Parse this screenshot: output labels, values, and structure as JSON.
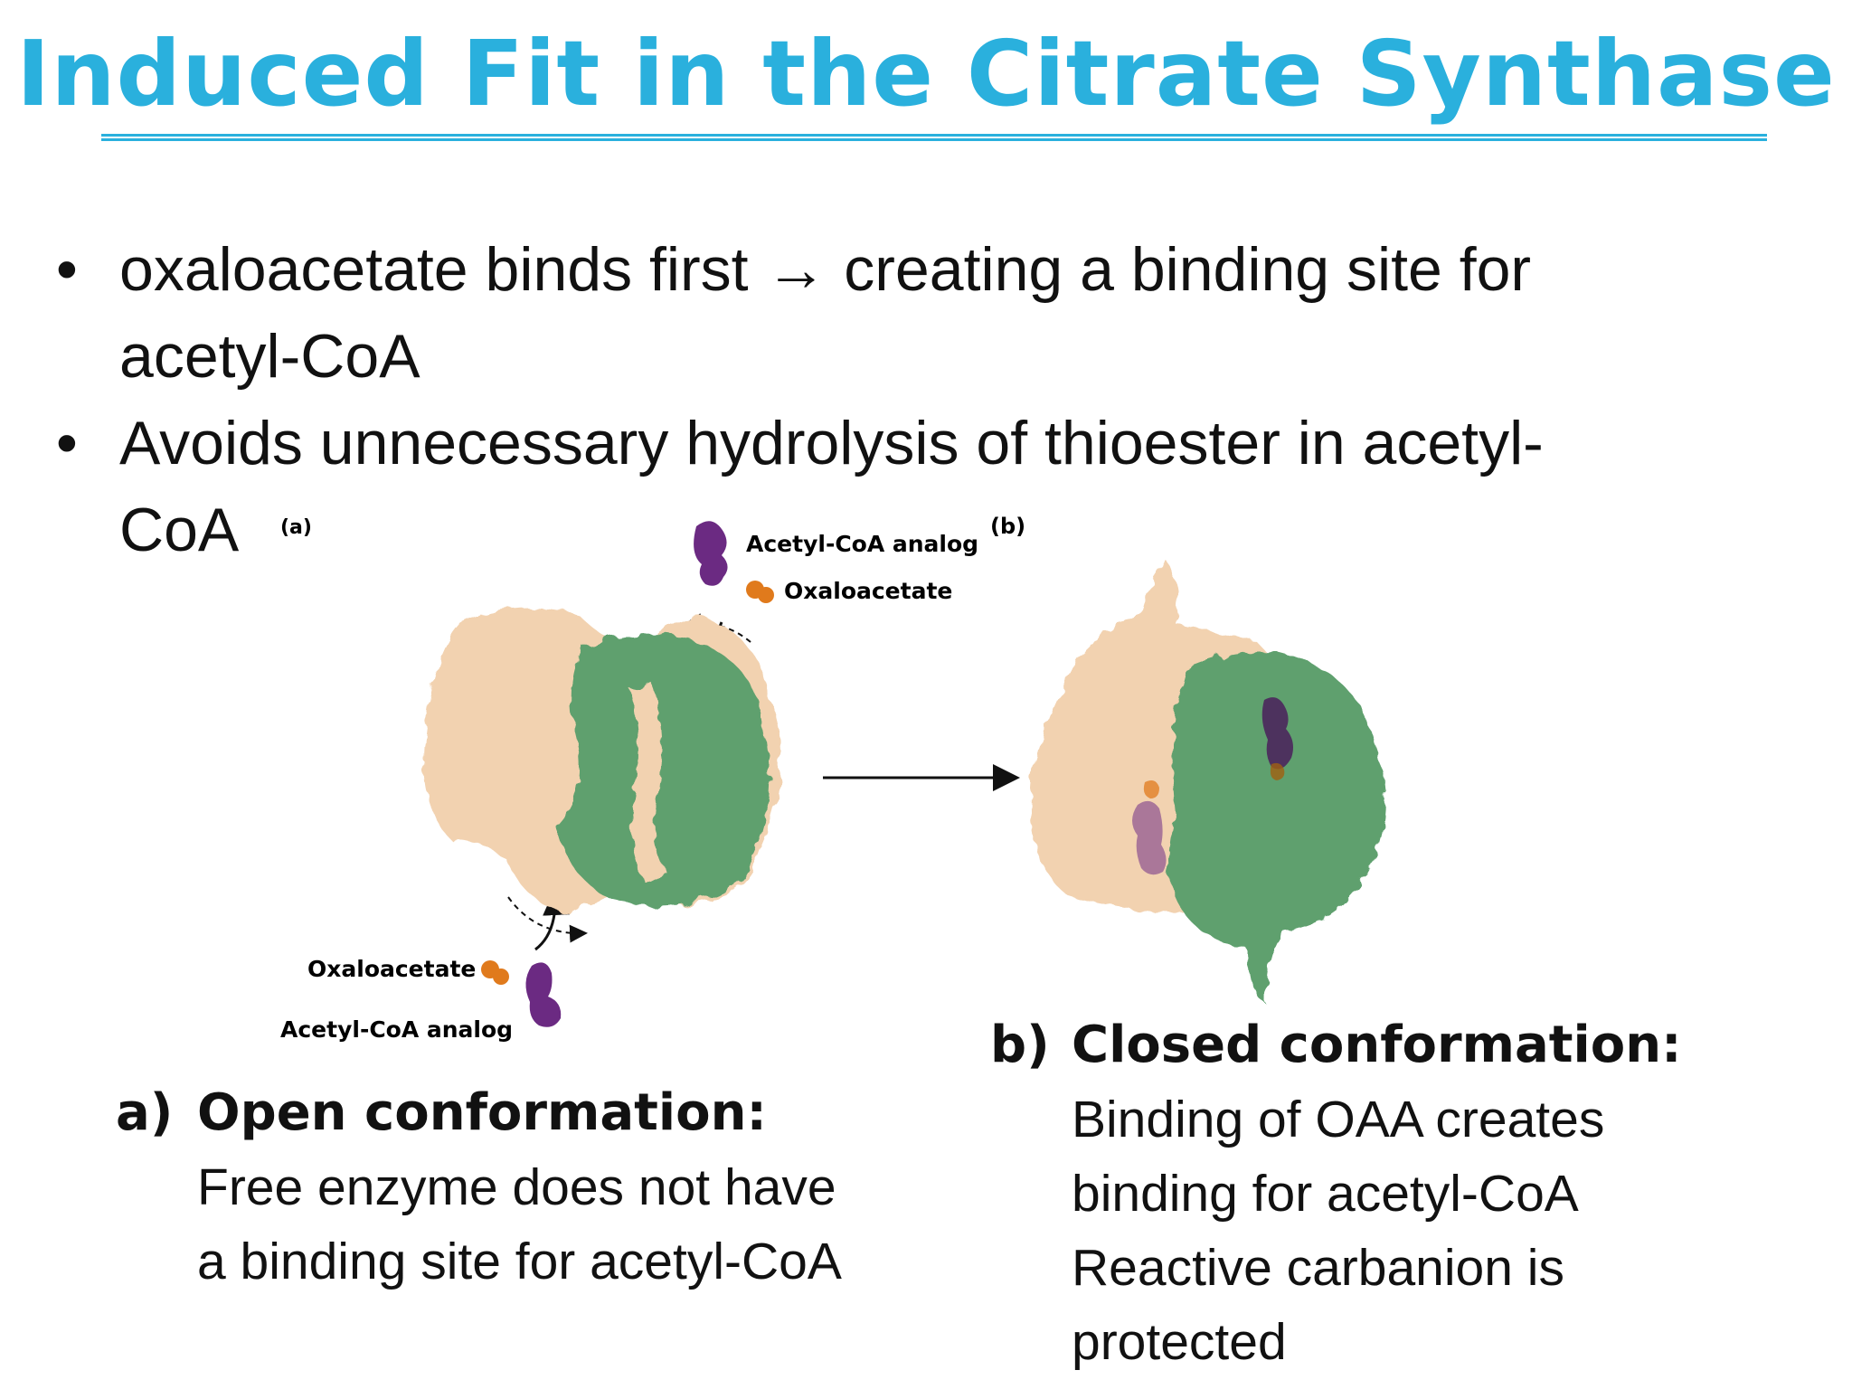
{
  "slide": {
    "title": "Induced Fit in the Citrate Synthase",
    "bullets": [
      "oxaloacetate binds first → creating a binding site for acetyl-CoA",
      "Avoids unnecessary hydrolysis of thioester in acetyl-CoA"
    ],
    "bullet_symbol": "•"
  },
  "figure": {
    "panel_a_label": "(a)",
    "panel_b_label": "(b)",
    "labels": {
      "top_acetyl": "Acetyl-CoA analog",
      "top_oxaloacetate": "Oxaloacetate",
      "bottom_oxaloacetate": "Oxaloacetate",
      "bottom_acetyl": "Acetyl-CoA analog"
    },
    "colors": {
      "domain_tan": "#f2d2b0",
      "domain_green": "#5fa06e",
      "acetyl_purple": "#6b2a82",
      "oxaloacetate_orange": "#e07a1c"
    }
  },
  "captions": {
    "a": {
      "label": "a)",
      "heading": "Open conformation:",
      "lines": [
        "Free enzyme does not have",
        "a binding site for acetyl-CoA"
      ]
    },
    "b": {
      "label": "b)",
      "heading": "Closed conformation:",
      "lines": [
        "Binding of OAA creates",
        "binding for acetyl-CoA",
        "Reactive carbanion is",
        "protected"
      ]
    }
  }
}
